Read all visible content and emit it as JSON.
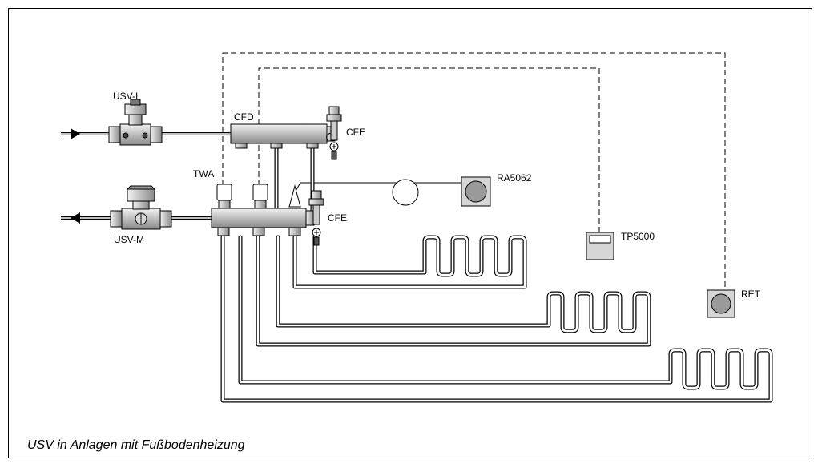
{
  "labels": {
    "usv_i": "USV-I",
    "usv_m": "USV-M",
    "cfd": "CFD",
    "cfe_top": "CFE",
    "cfe_bottom": "CFE",
    "twa": "TWA",
    "ra5062": "RA5062",
    "tp5000": "TP5000",
    "ret": "RET"
  },
  "caption": "USV in Anlagen mit Fußbodenheizung",
  "icons": {
    "flow_in": "arrow-right-icon",
    "flow_out": "arrow-left-icon"
  },
  "colors": {
    "line": "#000000",
    "device_fill": "#d6d6d6",
    "device_dark": "#9a9a9a",
    "pipe_fill": "#ffffff"
  }
}
